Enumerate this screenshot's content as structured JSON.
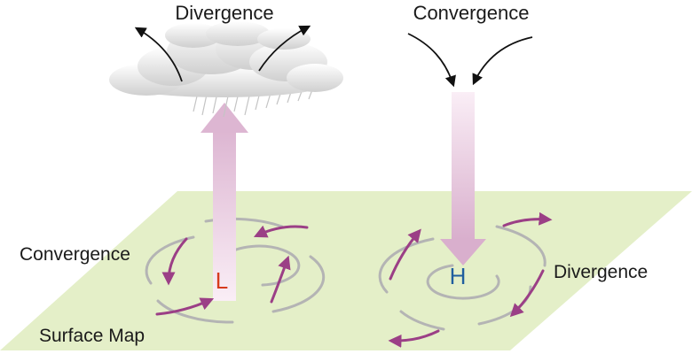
{
  "labels": {
    "top_left": "Divergence",
    "top_right": "Convergence",
    "surface_left": "Convergence",
    "surface_right": "Divergence",
    "surface_map": "Surface Map"
  },
  "pressure_centers": {
    "low": "L",
    "high": "H"
  },
  "colors": {
    "surface_fill": "#e4efc8",
    "isobar": "#b4b4b4",
    "flow_arrow": "#9b3f86",
    "vertical_arrow": "#e8c4dc",
    "low_letter": "#d63a1c",
    "high_letter": "#1f5e9e",
    "cloud": "#dcdcdc"
  },
  "icons": {
    "cloud": "thunderstorm-cloud-icon",
    "rising_air": "up-arrow-icon",
    "sinking_air": "down-arrow-icon"
  }
}
